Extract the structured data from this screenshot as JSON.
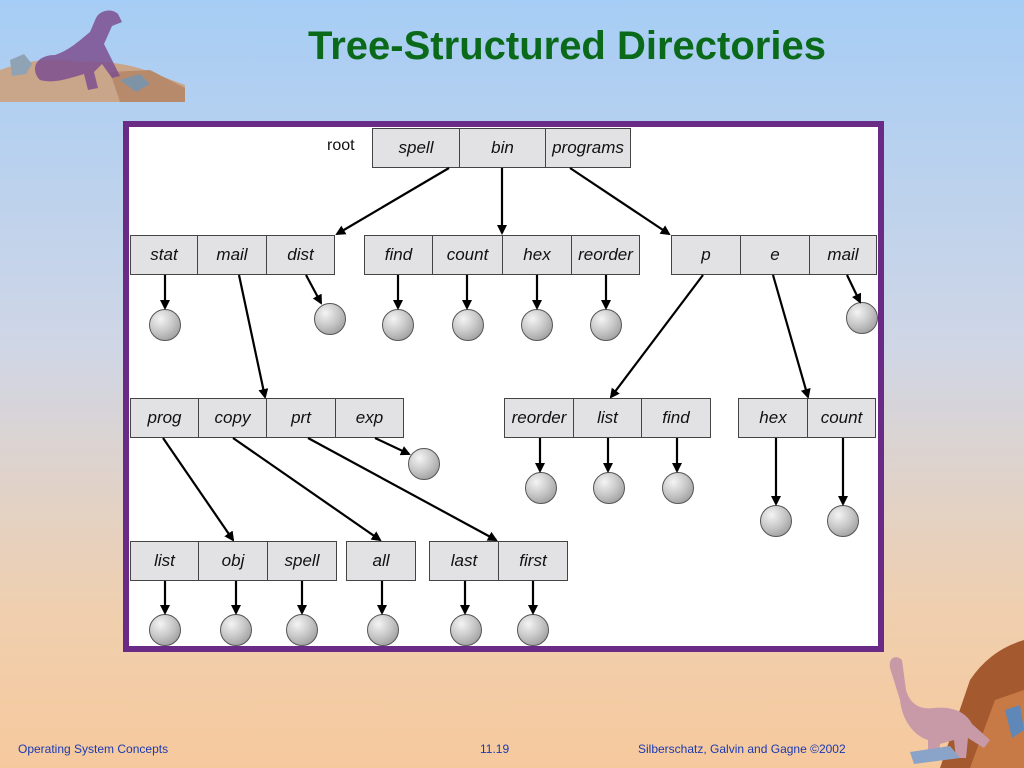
{
  "slide": {
    "title": "Tree-Structured Directories",
    "footer_left": "Operating System Concepts",
    "footer_center": "11.19",
    "footer_right": "Silberschatz, Galvin and  Gagne ©2002"
  },
  "diagram": {
    "root_label": "root",
    "root_dir": [
      "spell",
      "bin",
      "programs"
    ],
    "level2": {
      "spell_dir": [
        "stat",
        "mail",
        "dist"
      ],
      "bin_dir": [
        "find",
        "count",
        "hex",
        "reorder"
      ],
      "programs_dir": [
        "p",
        "e",
        "mail"
      ]
    },
    "level3": {
      "mail_dir": [
        "prog",
        "copy",
        "prt",
        "exp"
      ],
      "p_dir": [
        "reorder",
        "list",
        "find"
      ],
      "e_dir": [
        "hex",
        "count"
      ]
    },
    "level4": {
      "prog_dir": [
        "list",
        "obj",
        "spell"
      ],
      "copy_dir": [
        "all"
      ],
      "prt_dir": [
        "last",
        "first"
      ]
    }
  },
  "colors": {
    "title": "#0a6a1a",
    "frame": "#6a2b86",
    "footer": "#1b3ab0"
  }
}
